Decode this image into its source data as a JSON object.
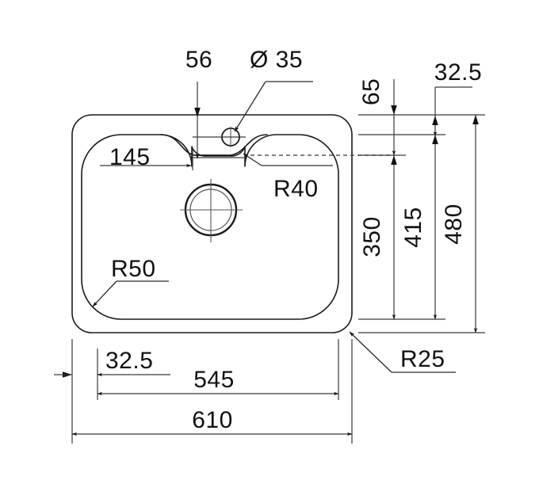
{
  "drawing": {
    "type": "technical-dimension-drawing",
    "subject": "kitchen-sink-top-view",
    "units": "mm",
    "background_color": "#ffffff",
    "line_color": "#1a1a1a",
    "dimension_color": "#3a3a3a"
  },
  "dimensions": {
    "tap_ledge_offset": "56",
    "tap_hole_diameter": "Ø 35",
    "bowl_left_to_drain": "145",
    "tap_ledge_radius": "R40",
    "bowl_corner_radius": "R50",
    "outer_corner_radius": "R25",
    "top_rim_to_bowl": "65",
    "top_rim_offset": "32.5",
    "bowl_height": "350",
    "inner_height": "415",
    "outer_height": "480",
    "left_rim_offset": "32.5",
    "bowl_width": "545",
    "outer_width": "610"
  },
  "labels": [
    {
      "id": "dim-56",
      "text": "56",
      "orientation": "horizontal"
    },
    {
      "id": "dim-dia35",
      "text": "Ø 35",
      "orientation": "horizontal"
    },
    {
      "id": "dim-145",
      "text": "145",
      "orientation": "horizontal"
    },
    {
      "id": "dim-r40",
      "text": "R40",
      "orientation": "horizontal"
    },
    {
      "id": "dim-r50",
      "text": "R50",
      "orientation": "horizontal"
    },
    {
      "id": "dim-r25",
      "text": "R25",
      "orientation": "horizontal"
    },
    {
      "id": "dim-65",
      "text": "65",
      "orientation": "vertical"
    },
    {
      "id": "dim-325-top",
      "text": "32.5",
      "orientation": "horizontal"
    },
    {
      "id": "dim-350",
      "text": "350",
      "orientation": "vertical"
    },
    {
      "id": "dim-415",
      "text": "415",
      "orientation": "vertical"
    },
    {
      "id": "dim-480",
      "text": "480",
      "orientation": "vertical"
    },
    {
      "id": "dim-325-bottom",
      "text": "32.5",
      "orientation": "horizontal"
    },
    {
      "id": "dim-545",
      "text": "545",
      "orientation": "horizontal"
    },
    {
      "id": "dim-610",
      "text": "610",
      "orientation": "horizontal"
    }
  ]
}
